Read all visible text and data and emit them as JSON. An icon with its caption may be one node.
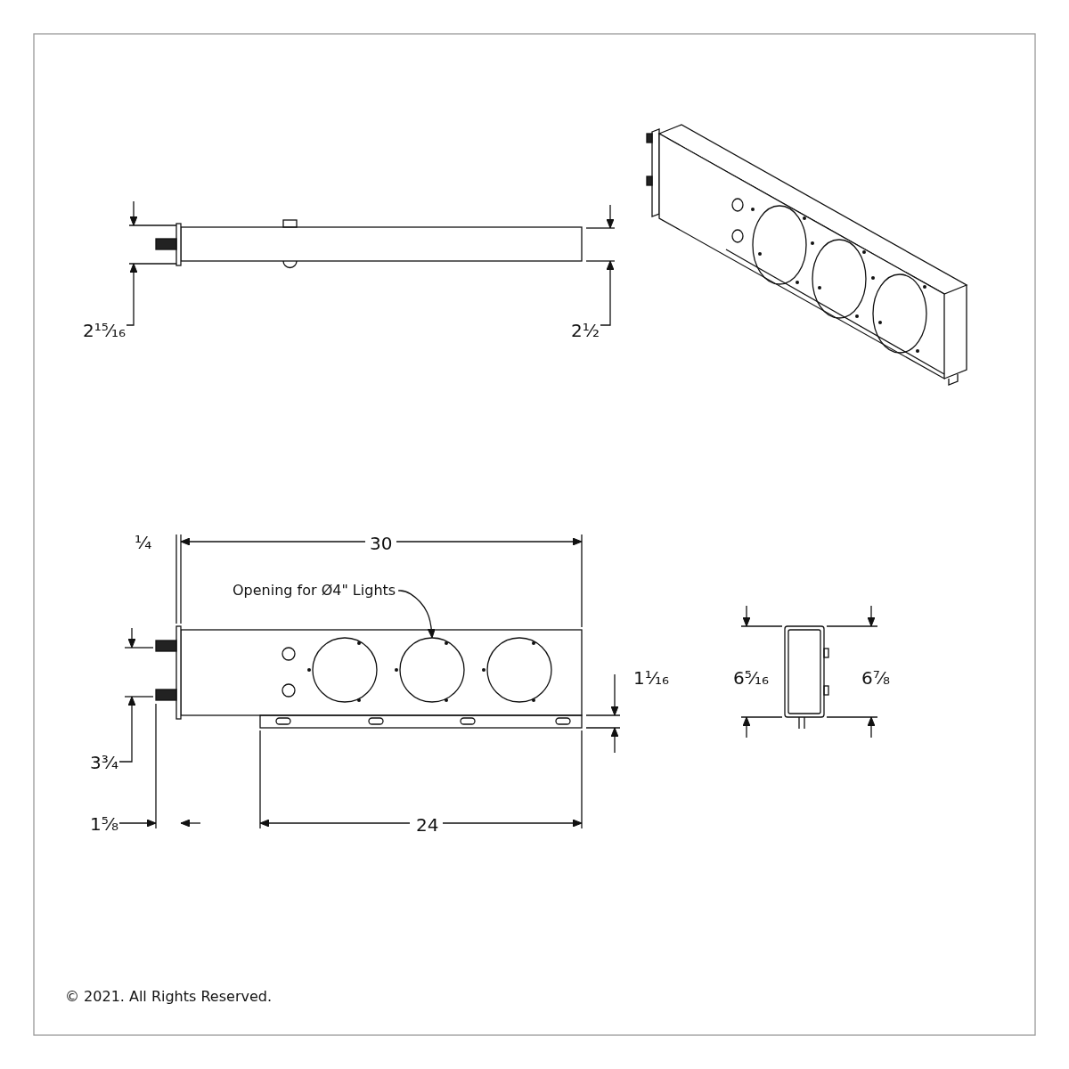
{
  "diagram": {
    "nodes": [
      {
        "text": [
          "Opening for Ø4\" Lights"
        ]
      },
      {
        "text": [],
        "shape": "circle"
      }
    ],
    "edges": [
      {
        "from": 0,
        "to": 1,
        "arrow": "to"
      }
    ],
    "labels": [
      "2¹⁵⁄₁₆",
      "2¹⁄₂",
      "¹⁄₄",
      "30",
      "1¹⁄₁₆",
      "6⁵⁄₁₆",
      "6⁷⁄₈",
      "3³⁄₄",
      "1⁵⁄₈",
      "24",
      "© 2021. All Rights Reserved."
    ]
  }
}
